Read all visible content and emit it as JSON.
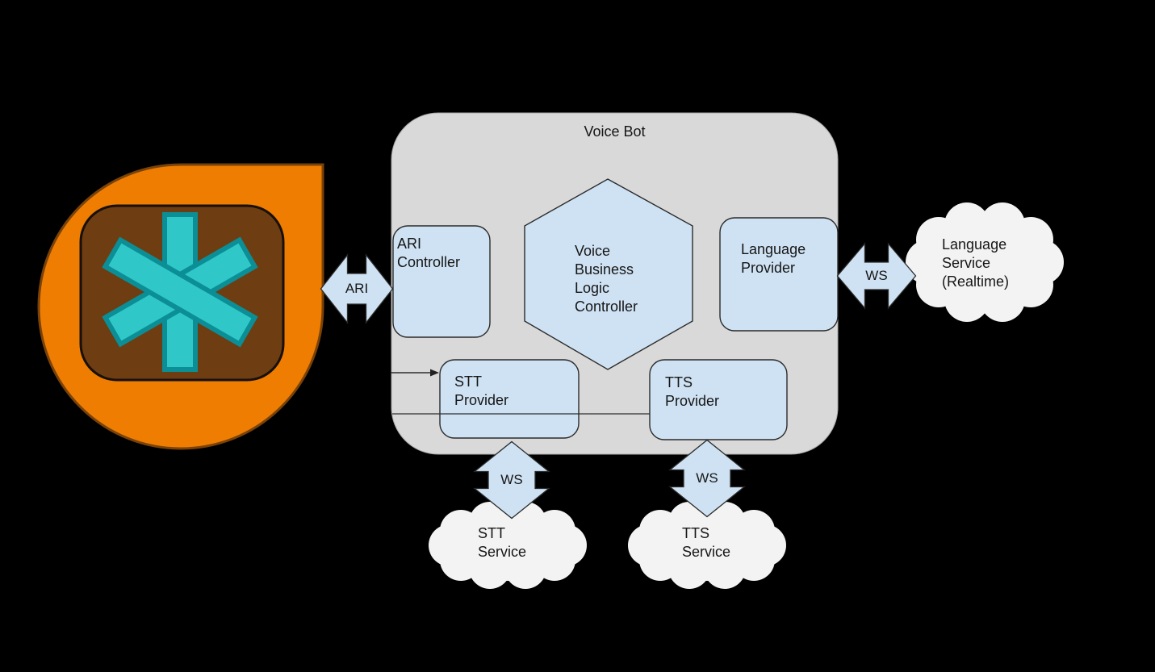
{
  "diagram": {
    "title": "Voice Bot",
    "nodes": {
      "ari_controller": "ARI\nController",
      "logic_controller": "Voice\nBusiness\nLogic\nController",
      "language_provider": "Language\nProvider",
      "stt_provider": "STT\nProvider",
      "tts_provider": "TTS\nProvider"
    },
    "connectors": {
      "ari": "ARI",
      "ws_language": "WS",
      "ws_stt": "WS",
      "ws_tts": "WS"
    },
    "clouds": {
      "stt_service": "STT\nService",
      "tts_service": "TTS\nService",
      "language_service": "Language\nService\n(Realtime)"
    },
    "colors": {
      "background": "#000000",
      "container_fill": "#d9d9d9",
      "node_fill": "#cfe2f3",
      "cloud_fill": "#f3f3f3",
      "logo_orange": "#ee7d01",
      "logo_brown": "#6e3d11",
      "logo_teal": "#2fc7c7"
    }
  }
}
